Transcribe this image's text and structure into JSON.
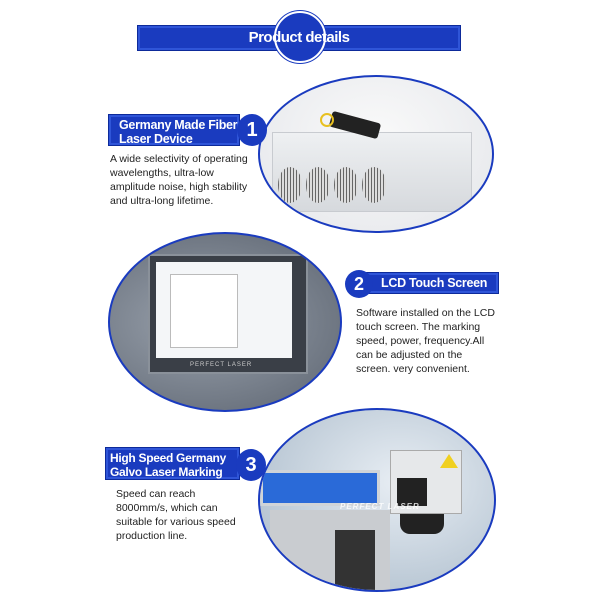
{
  "header": {
    "title": "Product details"
  },
  "sections": [
    {
      "number": "1",
      "title_line1": "Germany Made Fiber",
      "title_line2": "Laser Device",
      "description": "A wide selectivity of operating wavelengths, ultra-low amplitude noise, high stability and ultra-long lifetime."
    },
    {
      "number": "2",
      "title": "LCD Touch Screen",
      "description": "Software installed on the LCD touch screen. The marking speed, power, frequency.All can be adjusted on the screen. very convenient."
    },
    {
      "number": "3",
      "title_line1": "High Speed Germany",
      "title_line2": "Galvo Laser Marking Head",
      "description": "Speed can reach 8000mm/s, which can suitable for various speed production line."
    }
  ],
  "watermark": "PERFECT LASER",
  "colors": {
    "brand_blue": "#1a3bbf"
  }
}
